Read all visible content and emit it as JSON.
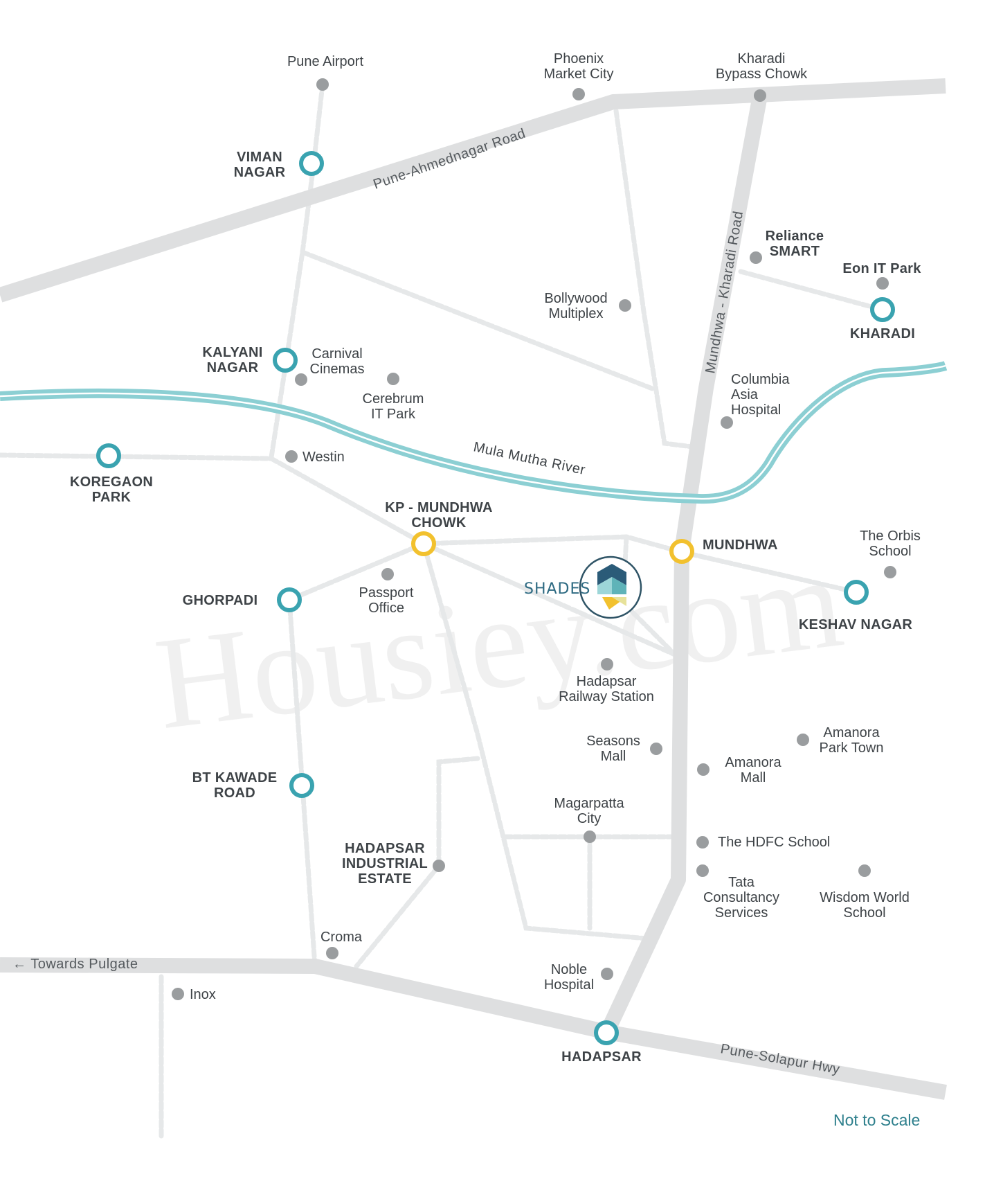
{
  "watermark": "Housiey.com",
  "brand": {
    "name": "SHADES"
  },
  "colors": {
    "road": "#dedfe0",
    "minor_road": "#e6e8e9",
    "river": "#8ccfd3",
    "metro": "#3aa3b0",
    "highlight": "#f2c12e",
    "poi": "#9a9d9f",
    "label": "#3e4347"
  },
  "roads": {
    "ahmednagar": "Pune-Ahmednagar Road",
    "kharadi": "Mundhwa - Kharadi Road",
    "solapur": "Pune-Solapur Hwy",
    "pulgate": "← Towards Pulgate"
  },
  "river": "Mula Mutha River",
  "stations": [
    {
      "id": "viman-nagar",
      "lines": [
        "VIMAN",
        "NAGAR"
      ]
    },
    {
      "id": "kalyani-nagar",
      "lines": [
        "KALYANI",
        "NAGAR"
      ]
    },
    {
      "id": "koregaon-park",
      "lines": [
        "KOREGAON",
        "PARK"
      ]
    },
    {
      "id": "ghorpadi",
      "lines": [
        "GHORPADI"
      ]
    },
    {
      "id": "bt-kawade-road",
      "lines": [
        "BT KAWADE",
        "ROAD"
      ]
    },
    {
      "id": "kharadi",
      "lines": [
        "KHARADI"
      ]
    },
    {
      "id": "keshav-nagar",
      "lines": [
        "KESHAV NAGAR"
      ]
    },
    {
      "id": "hadapsar",
      "lines": [
        "HADAPSAR"
      ]
    }
  ],
  "highlights": [
    {
      "id": "kp-mundhwa-chowk",
      "lines": [
        "KP - MUNDHWA",
        "CHOWK"
      ]
    },
    {
      "id": "mundhwa",
      "lines": [
        "MUNDHWA"
      ]
    }
  ],
  "pois": [
    {
      "id": "pune-airport",
      "lines": [
        "Pune Airport"
      ]
    },
    {
      "id": "phoenix-market-city",
      "lines": [
        "Phoenix",
        "Market City"
      ]
    },
    {
      "id": "kharadi-bypass-chowk",
      "lines": [
        "Kharadi",
        "Bypass Chowk"
      ]
    },
    {
      "id": "reliance-smart",
      "lines": [
        "Reliance",
        "SMART"
      ],
      "bold": true
    },
    {
      "id": "eon-it-park",
      "lines": [
        "Eon IT Park"
      ],
      "bold": true
    },
    {
      "id": "bollywood-multiplex",
      "lines": [
        "Bollywood",
        "Multiplex"
      ]
    },
    {
      "id": "carnival-cinemas",
      "lines": [
        "Carnival",
        "Cinemas"
      ]
    },
    {
      "id": "cerebrum-it-park",
      "lines": [
        "Cerebrum",
        "IT Park"
      ]
    },
    {
      "id": "columbia-asia-hospital",
      "lines": [
        "Columbia",
        "Asia",
        "Hospital"
      ]
    },
    {
      "id": "westin",
      "lines": [
        "Westin"
      ]
    },
    {
      "id": "passport-office",
      "lines": [
        "Passport",
        "Office"
      ]
    },
    {
      "id": "the-orbis-school",
      "lines": [
        "The Orbis",
        "School"
      ]
    },
    {
      "id": "hadapsar-railway-station",
      "lines": [
        "Hadapsar",
        "Railway Station"
      ]
    },
    {
      "id": "seasons-mall",
      "lines": [
        "Seasons",
        "Mall"
      ]
    },
    {
      "id": "amanora-park-town",
      "lines": [
        "Amanora",
        "Park Town"
      ]
    },
    {
      "id": "amanora-mall",
      "lines": [
        "Amanora",
        "Mall"
      ]
    },
    {
      "id": "magarpatta-city",
      "lines": [
        "Magarpatta",
        "City"
      ]
    },
    {
      "id": "the-hdfc-school",
      "lines": [
        "The HDFC School"
      ]
    },
    {
      "id": "tata-consultancy-services",
      "lines": [
        "Tata",
        "Consultancy",
        "Services"
      ]
    },
    {
      "id": "wisdom-world-school",
      "lines": [
        "Wisdom World",
        "School"
      ]
    },
    {
      "id": "hadapsar-industrial-estate",
      "lines": [
        "HADAPSAR",
        "INDUSTRIAL",
        "ESTATE"
      ],
      "bold": true
    },
    {
      "id": "croma",
      "lines": [
        "Croma"
      ]
    },
    {
      "id": "noble-hospital",
      "lines": [
        "Noble",
        "Hospital"
      ]
    },
    {
      "id": "inox",
      "lines": [
        "Inox"
      ]
    }
  ],
  "scale_note": "Not to Scale"
}
